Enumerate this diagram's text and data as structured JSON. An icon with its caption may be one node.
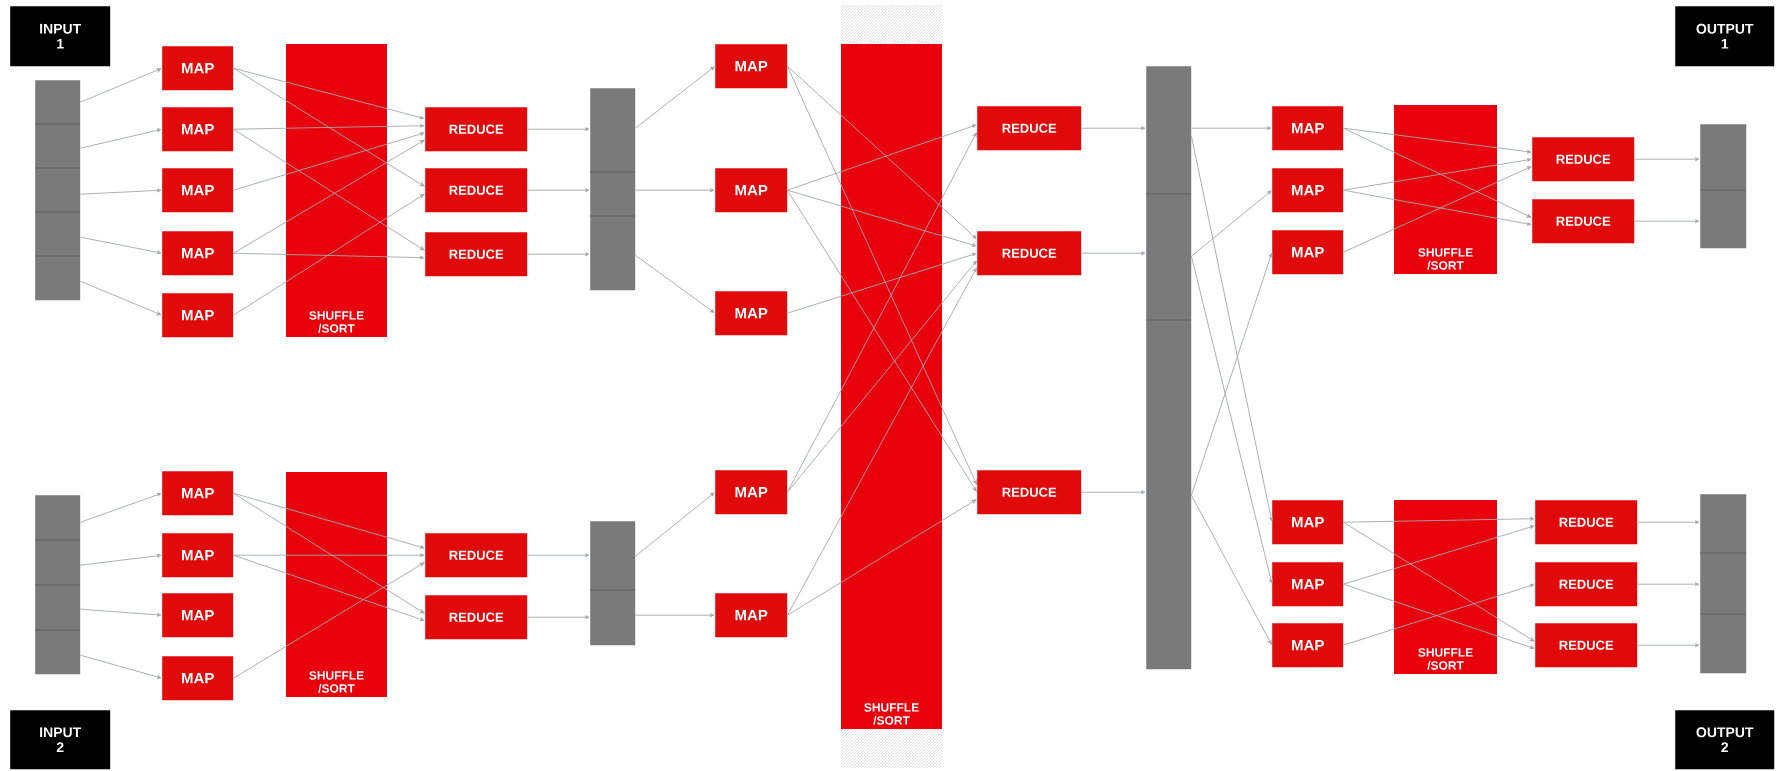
{
  "diagram": {
    "nodes": [
      {
        "text": [
          "INPUT 1"
        ]
      },
      {
        "text": [],
        "shape": "bar"
      },
      {
        "text": [
          "MAP"
        ]
      },
      {
        "text": [
          "MAP"
        ]
      },
      {
        "text": [
          "MAP"
        ]
      },
      {
        "text": [
          "MAP"
        ]
      },
      {
        "text": [
          "MAP"
        ]
      },
      {
        "text": [
          "REDUCE"
        ]
      },
      {
        "text": [
          "REDUCE"
        ]
      },
      {
        "text": [
          "REDUCE"
        ]
      },
      {
        "text": [],
        "shape": "bar"
      },
      {
        "text": [
          "INPUT 2"
        ]
      },
      {
        "text": [],
        "shape": "bar"
      },
      {
        "text": [
          "MAP"
        ]
      },
      {
        "text": [
          "MAP"
        ]
      },
      {
        "text": [
          "MAP"
        ]
      },
      {
        "text": [
          "MAP"
        ]
      },
      {
        "text": [
          "REDUCE"
        ]
      },
      {
        "text": [
          "REDUCE"
        ]
      },
      {
        "text": [],
        "shape": "bar"
      },
      {
        "text": [
          "MAP"
        ]
      },
      {
        "text": [
          "MAP"
        ]
      },
      {
        "text": [
          "MAP"
        ]
      },
      {
        "text": [
          "MAP"
        ]
      },
      {
        "text": [
          "MAP"
        ]
      },
      {
        "text": [
          "REDUCE"
        ]
      },
      {
        "text": [
          "REDUCE"
        ]
      },
      {
        "text": [
          "REDUCE"
        ]
      },
      {
        "text": [],
        "shape": "bar"
      },
      {
        "text": [
          "OUTPUT 1"
        ]
      },
      {
        "text": [
          "MAP"
        ]
      },
      {
        "text": [
          "MAP"
        ]
      },
      {
        "text": [
          "MAP"
        ]
      },
      {
        "text": [
          "REDUCE"
        ]
      },
      {
        "text": [
          "REDUCE"
        ]
      },
      {
        "text": [],
        "shape": "bar"
      },
      {
        "text": [
          "MAP"
        ]
      },
      {
        "text": [
          "MAP"
        ]
      },
      {
        "text": [
          "MAP"
        ]
      },
      {
        "text": [
          "REDUCE"
        ]
      },
      {
        "text": [
          "REDUCE"
        ]
      },
      {
        "text": [
          "REDUCE"
        ]
      },
      {
        "text": [],
        "shape": "bar"
      },
      {
        "text": [
          "OUTPUT 2"
        ]
      }
    ],
    "edges": [
      {
        "from": 1,
        "to": 2,
        "arrow": "to"
      },
      {
        "from": 1,
        "to": 3,
        "arrow": "to"
      },
      {
        "from": 1,
        "to": 4,
        "arrow": "to"
      },
      {
        "from": 1,
        "to": 5,
        "arrow": "to"
      },
      {
        "from": 1,
        "to": 6,
        "arrow": "to"
      },
      {
        "from": 2,
        "to": 7,
        "arrow": "to"
      },
      {
        "from": 2,
        "to": 8,
        "arrow": "to"
      },
      {
        "from": 3,
        "to": 7,
        "arrow": "to"
      },
      {
        "from": 3,
        "to": 9,
        "arrow": "to"
      },
      {
        "from": 4,
        "to": 7,
        "arrow": "to"
      },
      {
        "from": 5,
        "to": 7,
        "arrow": "to"
      },
      {
        "from": 5,
        "to": 9,
        "arrow": "to"
      },
      {
        "from": 6,
        "to": 8,
        "arrow": "to"
      },
      {
        "from": 7,
        "to": 10,
        "arrow": "to"
      },
      {
        "from": 8,
        "to": 10,
        "arrow": "to"
      },
      {
        "from": 9,
        "to": 10,
        "arrow": "to"
      },
      {
        "from": 12,
        "to": 13,
        "arrow": "to"
      },
      {
        "from": 12,
        "to": 14,
        "arrow": "to"
      },
      {
        "from": 12,
        "to": 15,
        "arrow": "to"
      },
      {
        "from": 12,
        "to": 16,
        "arrow": "to"
      },
      {
        "from": 13,
        "to": 17,
        "arrow": "to"
      },
      {
        "from": 13,
        "to": 18,
        "arrow": "to"
      },
      {
        "from": 14,
        "to": 17,
        "arrow": "to"
      },
      {
        "from": 14,
        "to": 18,
        "arrow": "to"
      },
      {
        "from": 16,
        "to": 17,
        "arrow": "to"
      },
      {
        "from": 17,
        "to": 19,
        "arrow": "to"
      },
      {
        "from": 18,
        "to": 19,
        "arrow": "to"
      },
      {
        "from": 10,
        "to": 20,
        "arrow": "to"
      },
      {
        "from": 10,
        "to": 21,
        "arrow": "to"
      },
      {
        "from": 10,
        "to": 22,
        "arrow": "to"
      },
      {
        "from": 19,
        "to": 23,
        "arrow": "to"
      },
      {
        "from": 19,
        "to": 24,
        "arrow": "to"
      },
      {
        "from": 20,
        "to": 26,
        "arrow": "to"
      },
      {
        "from": 20,
        "to": 27,
        "arrow": "to"
      },
      {
        "from": 21,
        "to": 25,
        "arrow": "to"
      },
      {
        "from": 21,
        "to": 26,
        "arrow": "to"
      },
      {
        "from": 21,
        "to": 27,
        "arrow": "to"
      },
      {
        "from": 22,
        "to": 26,
        "arrow": "to"
      },
      {
        "from": 23,
        "to": 25,
        "arrow": "to"
      },
      {
        "from": 23,
        "to": 26,
        "arrow": "to"
      },
      {
        "from": 24,
        "to": 26,
        "arrow": "to"
      },
      {
        "from": 24,
        "to": 27,
        "arrow": "to"
      },
      {
        "from": 25,
        "to": 28,
        "arrow": "to"
      },
      {
        "from": 26,
        "to": 28,
        "arrow": "to"
      },
      {
        "from": 27,
        "to": 28,
        "arrow": "to"
      },
      {
        "from": 28,
        "to": 30,
        "arrow": "to"
      },
      {
        "from": 28,
        "to": 31,
        "arrow": "to"
      },
      {
        "from": 28,
        "to": 32,
        "arrow": "to"
      },
      {
        "from": 28,
        "to": 36,
        "arrow": "to"
      },
      {
        "from": 28,
        "to": 37,
        "arrow": "to"
      },
      {
        "from": 28,
        "to": 38,
        "arrow": "to"
      },
      {
        "from": 30,
        "to": 33,
        "arrow": "to"
      },
      {
        "from": 30,
        "to": 34,
        "arrow": "to"
      },
      {
        "from": 31,
        "to": 33,
        "arrow": "to"
      },
      {
        "from": 31,
        "to": 34,
        "arrow": "to"
      },
      {
        "from": 32,
        "to": 33,
        "arrow": "to"
      },
      {
        "from": 33,
        "to": 35,
        "arrow": "to"
      },
      {
        "from": 34,
        "to": 35,
        "arrow": "to"
      },
      {
        "from": 36,
        "to": 39,
        "arrow": "to"
      },
      {
        "from": 36,
        "to": 41,
        "arrow": "to"
      },
      {
        "from": 37,
        "to": 39,
        "arrow": "to"
      },
      {
        "from": 37,
        "to": 41,
        "arrow": "to"
      },
      {
        "from": 38,
        "to": 40,
        "arrow": "to"
      },
      {
        "from": 39,
        "to": 42,
        "arrow": "to"
      },
      {
        "from": 40,
        "to": 42,
        "arrow": "to"
      },
      {
        "from": 41,
        "to": 42,
        "arrow": "to"
      }
    ],
    "labels": [
      "SHUFFLE /SORT",
      "SHUFFLE /SORT",
      "SHUFFLE /SORT",
      "SHUFFLE /SORT",
      "SHUFFLE /SORT"
    ]
  }
}
